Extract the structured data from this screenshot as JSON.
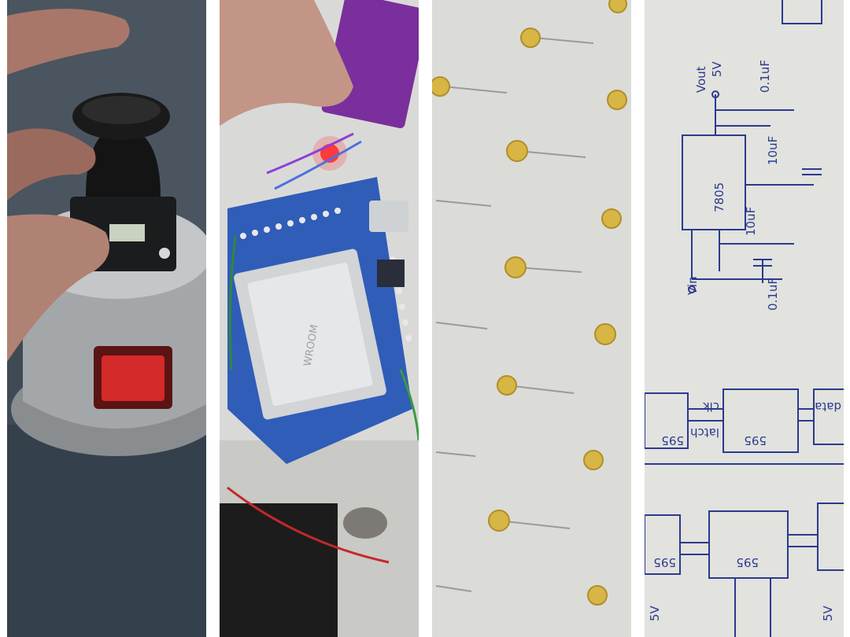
{
  "collage": {
    "panels": [
      {
        "subject": "joystick module in a grey enclosure"
      },
      {
        "subject": "ESP32 board wired on a blue shield"
      },
      {
        "subject": "LED matrix mounted on white board"
      },
      {
        "subject": "hand-drawn circuit schematic"
      }
    ]
  },
  "colors": {
    "background": "#ffffff",
    "led": "#d8b645",
    "ink": "#2a3a8f",
    "pcb_blue": "#2f5db8",
    "pcb_purple": "#7a2f9c"
  },
  "esp_module": {
    "brand": "WROOM"
  },
  "schematic": {
    "regulator": "7805",
    "vout": "Vout",
    "vout_v": "5V",
    "vin": "Vin",
    "cap_1": "0.1uF",
    "cap_2": "10uF",
    "cap_3": "10uF",
    "cap_4": "0.1uF",
    "shift_a": "595",
    "shift_b": "595",
    "shift_c": "595",
    "shift_d": "595",
    "clk": "clk",
    "latch": "latch",
    "data": "data",
    "v5_left": "5V",
    "v5_right": "5V"
  }
}
